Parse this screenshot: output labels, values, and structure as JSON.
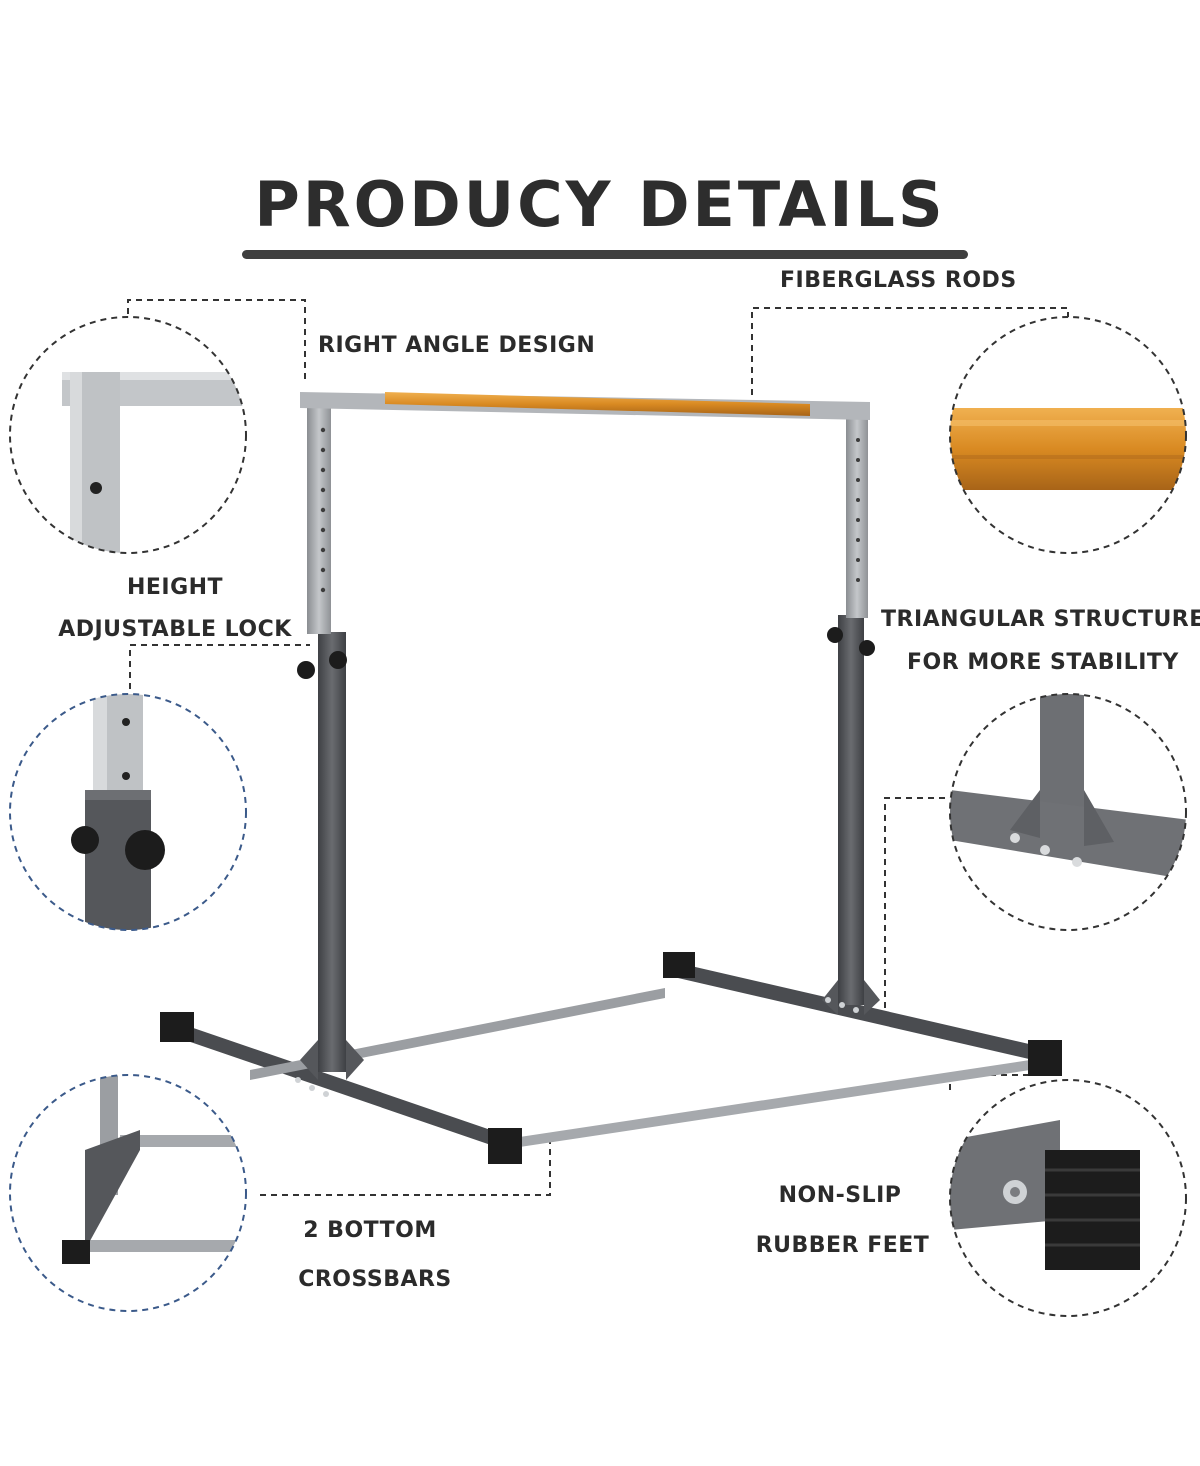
{
  "title": "PRODUCY DETAILS",
  "labels": {
    "right_angle": "RIGHT ANGLE DESIGN",
    "fiberglass": "FIBERGLASS RODS",
    "height_line1": "HEIGHT",
    "height_line2": "ADJUSTABLE LOCK",
    "triangular_line1": "TRIANGULAR STRUCTURE",
    "triangular_line2": "FOR MORE STABILITY",
    "crossbars_line1": "2 BOTTOM",
    "crossbars_line2": "CROSSBARS",
    "feet_line1": "NON-SLIP",
    "feet_line2": "RUBBER FEET"
  },
  "colors": {
    "frame_light": "#a9acb0",
    "frame_dark": "#4a4c50",
    "bar_wood": "#d9912e",
    "rubber": "#1c1c1c",
    "callout_line": "#333333",
    "blue_dash": "#3b5a8a"
  }
}
